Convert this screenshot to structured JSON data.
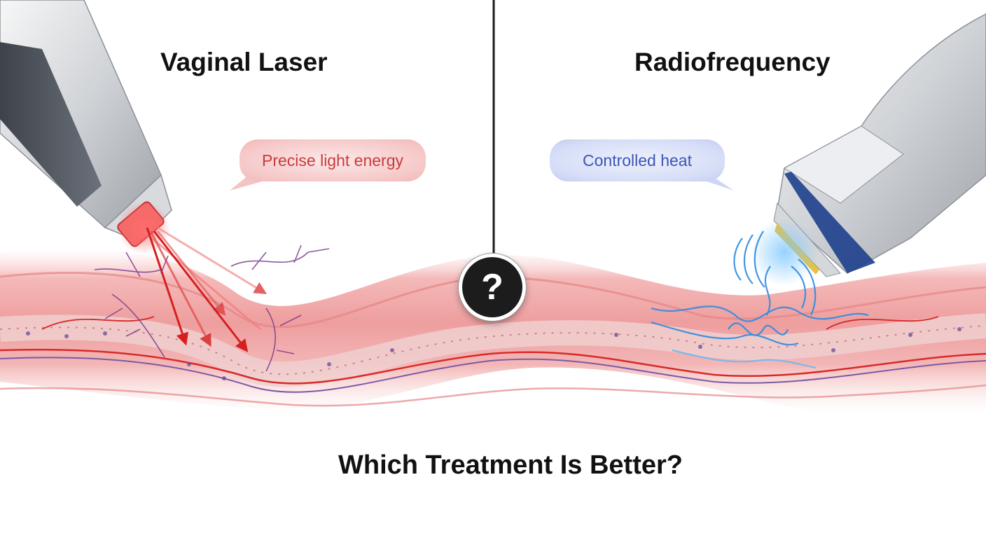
{
  "labels": {
    "left_title": "Vaginal Laser",
    "right_title": "Radiofrequency",
    "laser_bubble": "Precise light energy",
    "rf_bubble": "Controlled heat",
    "center_mark": "?",
    "bottom_question": "Which Treatment Is Better?"
  },
  "colors": {
    "laser_accent": "#e02424",
    "rf_accent": "#3b9be0",
    "tissue": "#f0a8a8",
    "divider": "#1a1a1a"
  },
  "icons": {
    "laser_device": "laser-handpiece",
    "rf_device": "radiofrequency-handpiece",
    "center_badge": "question-mark"
  }
}
